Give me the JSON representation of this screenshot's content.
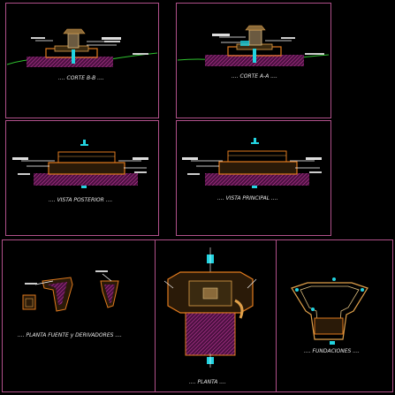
{
  "drawing": {
    "panels": [
      {
        "id": "corte-b-b",
        "caption": ".... CORTE B-B ...."
      },
      {
        "id": "corte-a-a",
        "caption": ".... CORTE A-A ...."
      },
      {
        "id": "vista-posterior",
        "caption": ".... VISTA POSTERIOR ...."
      },
      {
        "id": "vista-principal",
        "caption": ".... VISTA PRINCIPAL ...."
      },
      {
        "id": "planta-fuente-derivadores",
        "caption": ".... PLANTA FUENTE y DERIVADORES ...."
      },
      {
        "id": "planta",
        "caption": ".... PLANTA ...."
      },
      {
        "id": "fundaciones",
        "caption": ".... FUNDACIONES ...."
      }
    ]
  },
  "colors": {
    "background": "#000000",
    "frame": "#b0508a",
    "hatch": "#b02a8c",
    "structure": "#e07a1e",
    "accent_cyan": "#22d3e0",
    "ground_line": "#2fc02f",
    "text": "#e8e8e8",
    "note_white": "#ffffff"
  }
}
